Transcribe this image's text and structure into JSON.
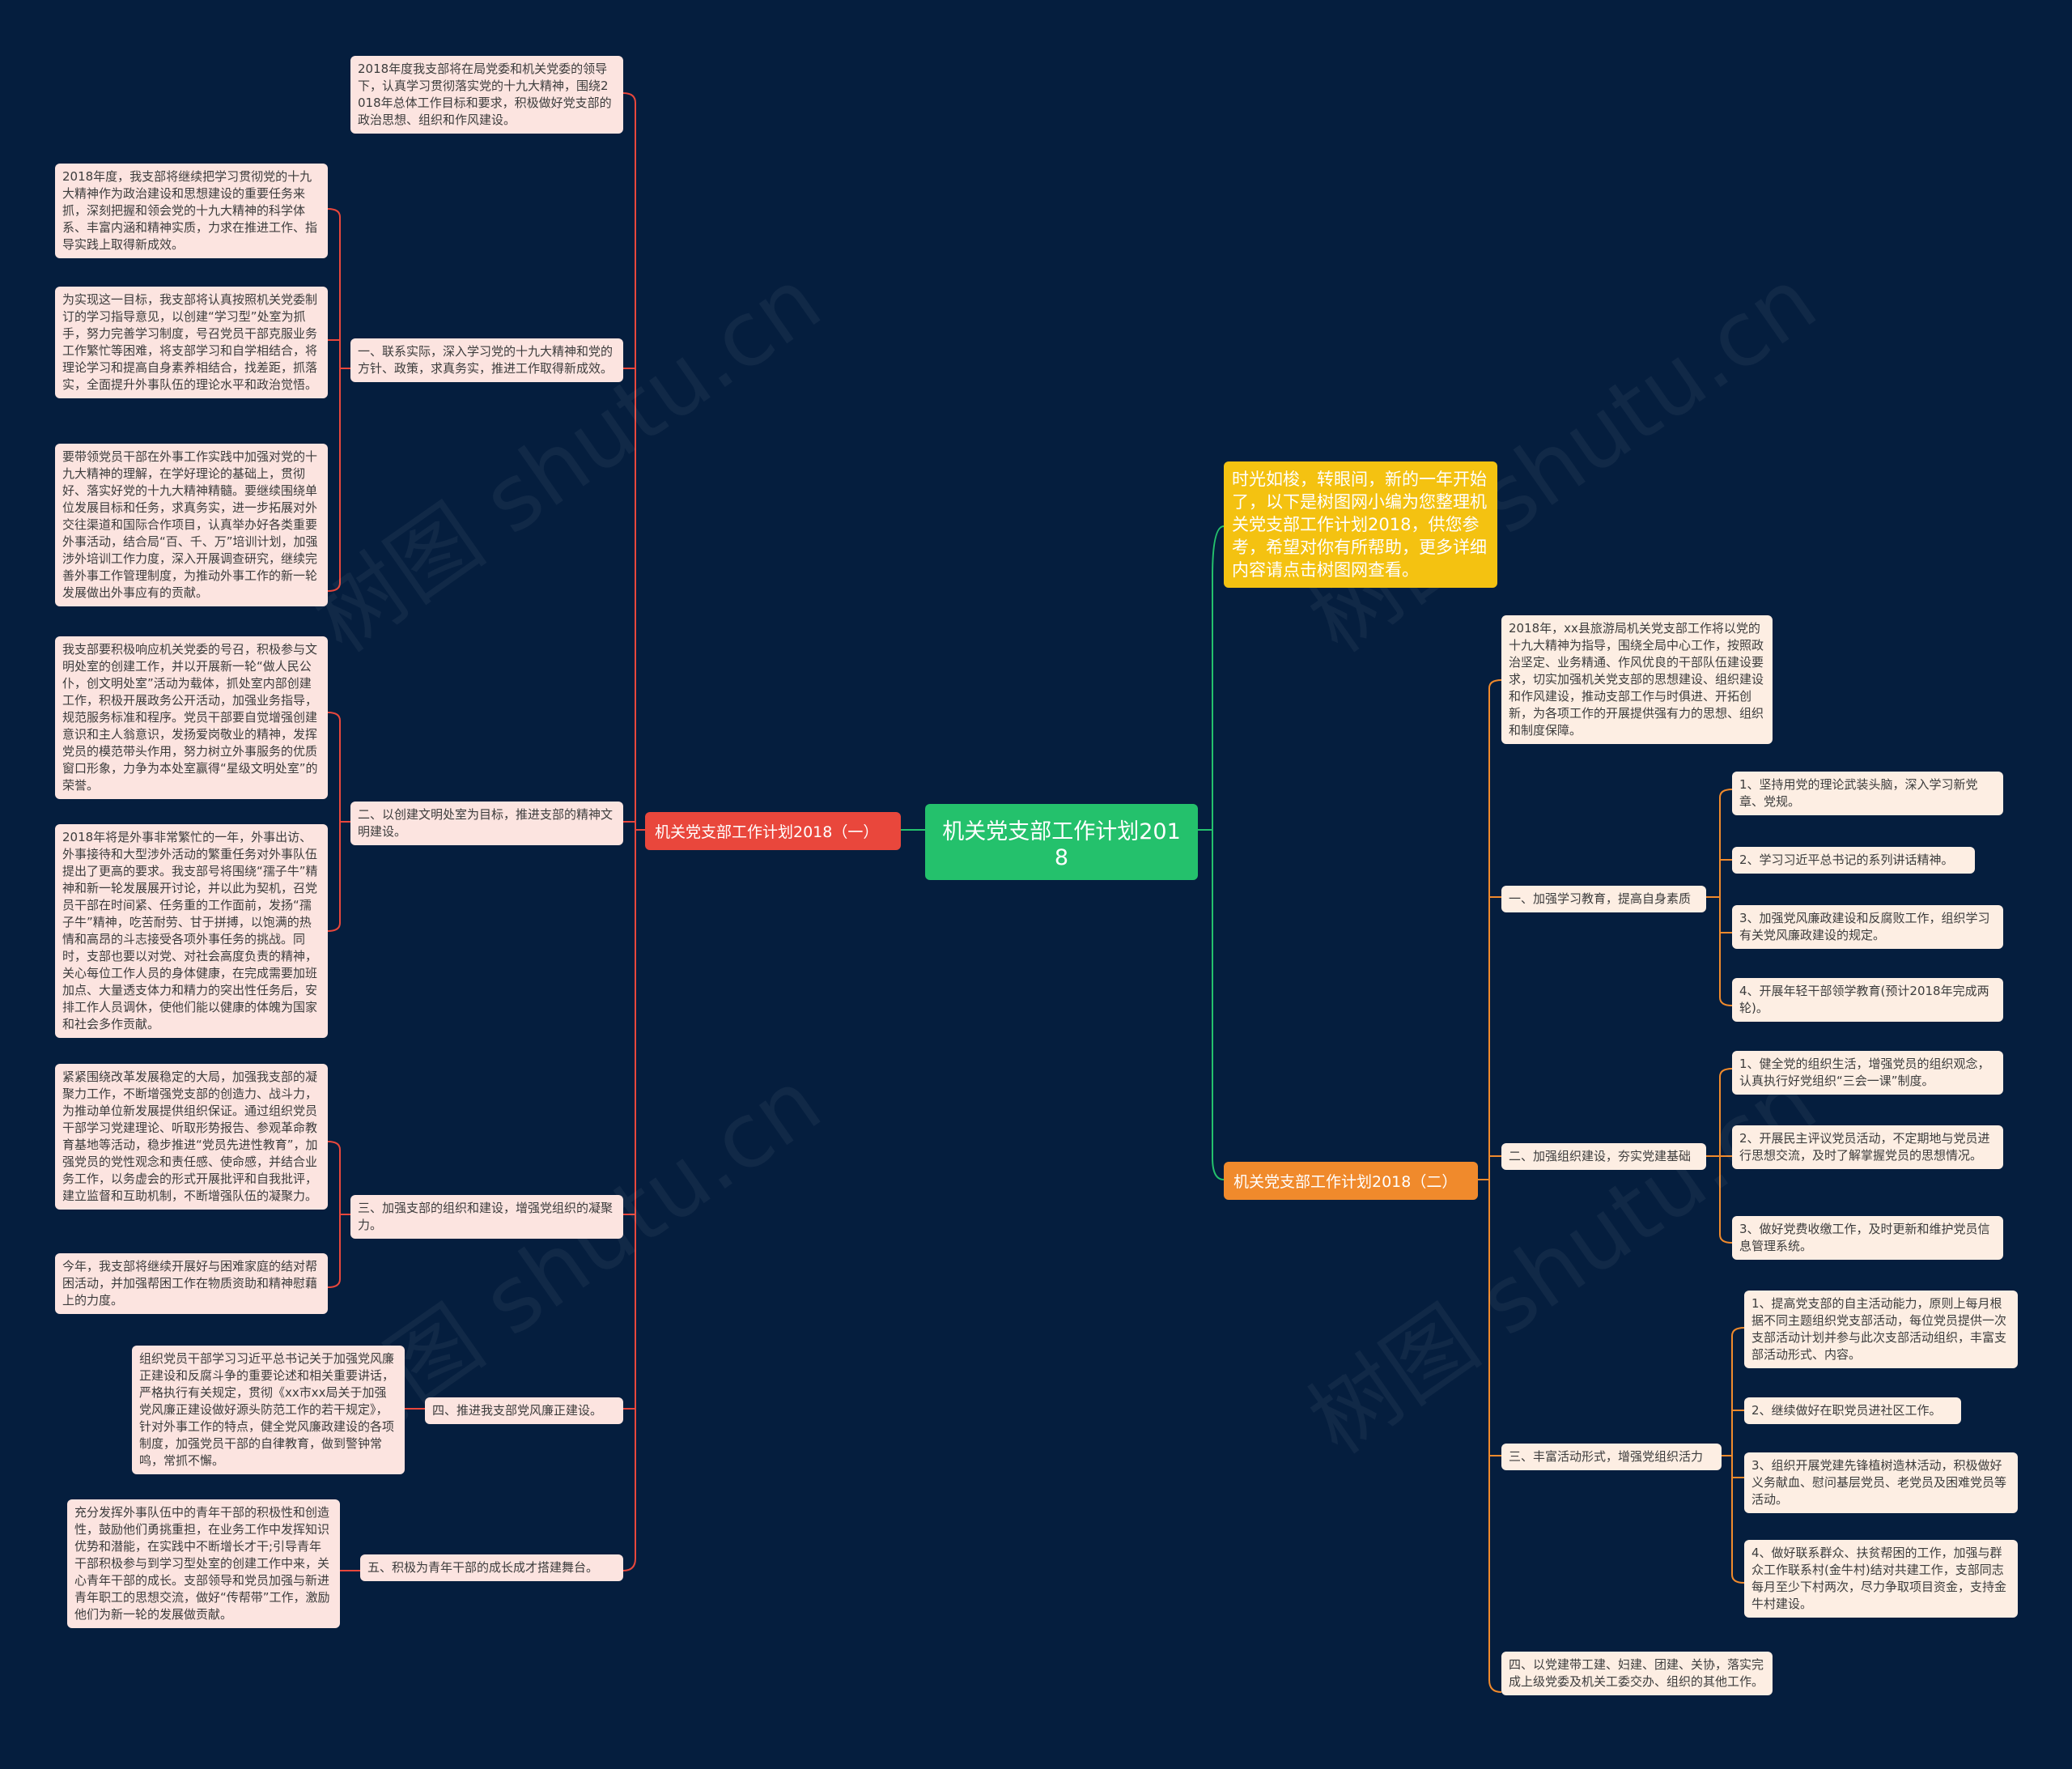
{
  "colors": {
    "background": "#051e3e",
    "root": "#24c16c",
    "branch_left": "#e9473c",
    "branch_right": "#f08a2c",
    "intro": "#f4c211",
    "leaf": "#fce4e0"
  },
  "watermark": "树图 shutu.cn",
  "root": "机关党支部工作计划2018",
  "intro": "时光如梭，转眼间，新的一年开始了，以下是树图网小编为您整理机关党支部工作计划2018，供您参考，希望对你有所帮助，更多详细内容请点击树图网查看。",
  "left": {
    "title": "机关党支部工作计划2018（一）",
    "intro": "2018年度我支部将在局党委和机关党委的领导下，认真学习贯彻落实党的十九大精神，围绕2018年总体工作目标和要求，积极做好党支部的政治思想、组织和作风建设。",
    "sections": [
      {
        "title": "一、联系实际，深入学习党的十九大精神和党的方针、政策，求真务实，推进工作取得新成效。",
        "items": [
          "2018年度，我支部将继续把学习贯彻党的十九大精神作为政治建设和思想建设的重要任务来抓，深刻把握和领会党的十九大精神的科学体系、丰富内涵和精神实质，力求在推进工作、指导实践上取得新成效。",
          "为实现这一目标，我支部将认真按照机关党委制订的学习指导意见，以创建“学习型”处室为抓手，努力完善学习制度，号召党员干部克服业务工作繁忙等困难，将支部学习和自学相结合，将理论学习和提高自身素养相结合，找差距，抓落实，全面提升外事队伍的理论水平和政治觉悟。",
          "要带领党员干部在外事工作实践中加强对党的十九大精神的理解，在学好理论的基础上，贯彻好、落实好党的十九大精神精髓。要继续围绕单位发展目标和任务，求真务实，进一步拓展对外交往渠道和国际合作项目，认真举办好各类重要外事活动，结合局“百、千、万”培训计划，加强涉外培训工作力度，深入开展调查研究，继续完善外事工作管理制度，为推动外事工作的新一轮发展做出外事应有的贡献。"
        ]
      },
      {
        "title": "二、以创建文明处室为目标，推进支部的精神文明建设。",
        "items": [
          "我支部要积极响应机关党委的号召，积极参与文明处室的创建工作，并以开展新一轮“做人民公仆，创文明处室”活动为载体，抓处室内部创建工作，积极开展政务公开活动，加强业务指导，规范服务标准和程序。党员干部要自觉增强创建意识和主人翁意识，发扬爱岗敬业的精神，发挥党员的模范带头作用，努力树立外事服务的优质窗口形象，力争为本处室赢得“星级文明处室”的荣誉。",
          "2018年将是外事非常繁忙的一年，外事出访、外事接待和大型涉外活动的繁重任务对外事队伍提出了更高的要求。我支部号将围绕“孺子牛”精神和新一轮发展展开讨论，并以此为契机，召党员干部在时间紧、任务重的工作面前，发扬“孺子牛”精神，吃苦耐劳、甘于拼搏，以饱满的热情和高昂的斗志接受各项外事任务的挑战。同时，支部也要以对党、对社会高度负责的精神，关心每位工作人员的身体健康，在完成需要加班加点、大量透支体力和精力的突出性任务后，安排工作人员调休，使他们能以健康的体魄为国家和社会多作贡献。"
        ]
      },
      {
        "title": "三、加强支部的组织和建设，增强党组织的凝聚力。",
        "items": [
          "紧紧围绕改革发展稳定的大局，加强我支部的凝聚力工作，不断增强党支部的创造力、战斗力，为推动单位新发展提供组织保证。通过组织党员干部学习党建理论、听取形势报告、参观革命教育基地等活动，稳步推进“党员先进性教育”，加强党员的党性观念和责任感、使命感，并结合业务工作，以务虚会的形式开展批评和自我批评，建立监督和互助机制，不断增强队伍的凝聚力。",
          "今年，我支部将继续开展好与困难家庭的结对帮困活动，并加强帮困工作在物质资助和精神慰藉上的力度。"
        ]
      },
      {
        "title": "四、推进我支部党风廉正建设。",
        "items": [
          "组织党员干部学习习近平总书记关于加强党风廉正建设和反腐斗争的重要论述和相关重要讲话，严格执行有关规定，贯彻《xx市xx局关于加强党风廉正建设做好源头防范工作的若干规定》，针对外事工作的特点，健全党风廉政建设的各项制度，加强党员干部的自律教育，做到警钟常鸣，常抓不懈。"
        ]
      },
      {
        "title": "五、积极为青年干部的成长成才搭建舞台。",
        "items": [
          "充分发挥外事队伍中的青年干部的积极性和创造性，鼓励他们勇挑重担，在业务工作中发挥知识优势和潜能，在实践中不断增长才干;引导青年干部积极参与到学习型处室的创建工作中来，关心青年干部的成长。支部领导和党员加强与新进青年职工的思想交流，做好“传帮带”工作，激励他们为新一轮的发展做贡献。"
        ]
      }
    ]
  },
  "right": {
    "title": "机关党支部工作计划2018（二）",
    "intro": "2018年，xx县旅游局机关党支部工作将以党的十九大精神为指导，围绕全局中心工作，按照政治坚定、业务精通、作风优良的干部队伍建设要求，切实加强机关党支部的思想建设、组织建设和作风建设，推动支部工作与时俱进、开拓创新，为各项工作的开展提供强有力的思想、组织和制度保障。",
    "sections": [
      {
        "title": "一、加强学习教育，提高自身素质",
        "items": [
          "1、坚持用党的理论武装头脑，深入学习新党章、党规。",
          "2、学习习近平总书记的系列讲话精神。",
          "3、加强党风廉政建设和反腐败工作，组织学习有关党风廉政建设的规定。",
          "4、开展年轻干部领学教育(预计2018年完成两轮)。"
        ]
      },
      {
        "title": "二、加强组织建设，夯实党建基础",
        "items": [
          "1、健全党的组织生活，增强党员的组织观念，认真执行好党组织“三会一课”制度。",
          "2、开展民主评议党员活动，不定期地与党员进行思想交流，及时了解掌握党员的思想情况。",
          "3、做好党费收缴工作，及时更新和维护党员信息管理系统。"
        ]
      },
      {
        "title": "三、丰富活动形式，增强党组织活力",
        "items": [
          "1、提高党支部的自主活动能力，原则上每月根据不同主题组织党支部活动，每位党员提供一次支部活动计划并参与此次支部活动组织，丰富支部活动形式、内容。",
          "2、继续做好在职党员进社区工作。",
          "3、组织开展党建先锋植树造林活动，积极做好义务献血、慰问基层党员、老党员及困难党员等活动。",
          "4、做好联系群众、扶贫帮困的工作，加强与群众工作联系村(金牛村)结对共建工作，支部同志每月至少下村两次，尽力争取项目资金，支持金牛村建设。"
        ]
      },
      {
        "title": "四、以党建带工建、妇建、团建、关协，落实完成上级党委及机关工委交办、组织的其他工作。",
        "items": []
      }
    ]
  }
}
